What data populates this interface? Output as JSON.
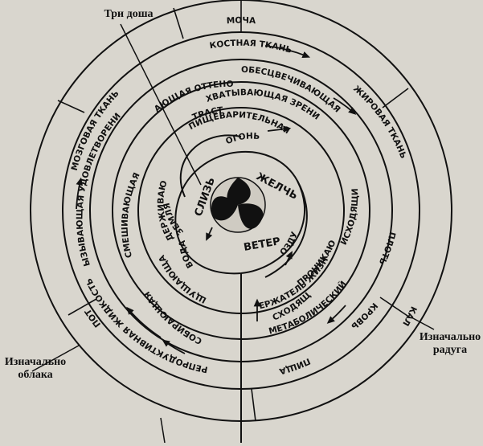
{
  "labels": {
    "tri_dosha": "Три доша",
    "iznachalno_oblaka": "Изначально облака",
    "iznachalno_raduga": "Изначально радуга"
  },
  "rings": {
    "outer": {
      "mocha": "МОЧА",
      "pot": "ПОТ",
      "kal": "КАЛ"
    },
    "tissues": {
      "kostnaya": "КОСТНАЯ ТКАНЬ",
      "zhirovaya": "ЖИРОВАЯ ТКАНЬ",
      "plot": "ПЛОТЬ",
      "krov": "КРОВЬ",
      "pishcha": "ПИЩА",
      "reproduktivnaya": "РЕПРОДУКТИВНАЯ ЖИДКОСТЬ",
      "mozgovaya": "МОЗГОВАЯ ТКАНЬ"
    },
    "pitta": {
      "obesvechivayushchaya": "ОБЕСЦВЕЧИВАЮЩАЯ",
      "dayushchaya_ottenok": "ДАЮЩАЯ ОТТЕНОК",
      "zrenie": "ОХВАТЫВАЮЩАЯ ЗРЕНИЕ",
      "strasti": "СТРАСТИ",
      "pishchevaritelnaya": "ПИЩЕВАРИТЕЛЬНАЯ"
    },
    "kapha": {
      "udovletvorenie": "ВЫЗЫВАЮЩАЯ УДОВЛЕТВОРЕНИЕ",
      "smeshivayushchaya": "СМЕШИВАЮЩАЯ",
      "podderzhivayushchaya": "ПОДДЕРЖИВАЮЩАЯ",
      "oshchushchayushchaya": "ОЩУЩАЮЩАЯ",
      "sobirayushchaya": "СОБИРАЮЩАЯ"
    },
    "vata": {
      "nishodyashchiy": "НИСХОДЯЩИЙ",
      "vsepronikayushchiy": "ВСЕПРОНИКАЮЩИЙ",
      "derzhatel": "ДЕРЖАТЕЛЬ ЖИЗНИ",
      "voshodyashchiy": "ВОСХОДЯЩИЙ",
      "metabolicheskiy": "МЕТАБОЛИЧЕСКИЙ"
    },
    "center": {
      "ogon": "ОГОНЬ",
      "zhelch": "ЖЕЛЧЬ",
      "slizh": "СЛИЗЬ",
      "veter": "ВЕТЕР",
      "zemlya": "ЗЕМЛЯ",
      "voda": "ВОДА",
      "vozduh": "ВОЗДУХ"
    }
  }
}
